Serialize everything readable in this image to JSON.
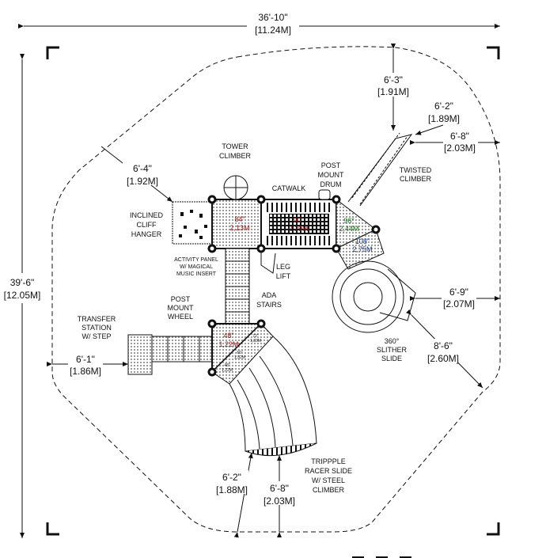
{
  "overall": {
    "width_ft": "36'-10\"",
    "width_m": "[11.24M]",
    "depth_ft": "39'-6\"",
    "depth_m": "[12.05M]"
  },
  "clearances": [
    {
      "ft": "6'-3\"",
      "m": "[1.91M]"
    },
    {
      "ft": "6'-2\"",
      "m": "[1.89M]"
    },
    {
      "ft": "6'-8\"",
      "m": "[2.03M]"
    },
    {
      "ft": "6'-4\"",
      "m": "[1.92M]"
    },
    {
      "ft": "6'-1\"",
      "m": "[1.86M]"
    },
    {
      "ft": "6'-9\"",
      "m": "[2.07M]"
    },
    {
      "ft": "8'-6\"",
      "m": "[2.60M]"
    },
    {
      "ft": "6'-2\"",
      "m": "[1.88M]"
    },
    {
      "ft": "6'-8\"",
      "m": "[2.03M]"
    }
  ],
  "components": {
    "tower_climber": [
      "TOWER",
      "CLIMBER"
    ],
    "post_mount_drum": [
      "POST",
      "MOUNT",
      "DRUM"
    ],
    "catwalk": [
      "CATWALK"
    ],
    "twisted_climber": [
      "TWISTED",
      "CLIMBER"
    ],
    "cliff_hanger": [
      "INCLINED",
      "CLIFF",
      "HANGER"
    ],
    "activity_panel": [
      "ACTIVITY PANEL",
      "W/ MAGICAL",
      "MUSIC INSERT"
    ],
    "leg_lift": [
      "LEG",
      "LIFT"
    ],
    "ada_stairs": [
      "ADA",
      "STAIRS"
    ],
    "post_mount_wheel": [
      "POST",
      "MOUNT",
      "WHEEL"
    ],
    "transfer_station": [
      "TRANSFER",
      "STATION",
      "W/ STEP"
    ],
    "slither_slide": [
      "360°",
      "SLITHER",
      "SLIDE"
    ],
    "racer_slide": [
      "TRIPPPLE",
      "RACER SLIDE",
      "W/ STEEL",
      "CLIMBER"
    ]
  },
  "decks": [
    {
      "in": "84\"",
      "m": "2,13M",
      "color": "#8b1a1a"
    },
    {
      "in": "90\"",
      "m": "2,29M",
      "color": "#8b1a1a"
    },
    {
      "in": "96\"",
      "m": "2,44M",
      "color": "#1a6b1a"
    },
    {
      "in": "108\"",
      "m": "2,75M",
      "color": "#1a3a8b"
    },
    {
      "in": "48\"",
      "m": "1,22M",
      "color": "#8b1a1a"
    },
    {
      "in": "72\"",
      "m": "1,83M",
      "color": "#1a3a8b"
    },
    {
      "in": "60\"",
      "m": "1,52M",
      "color": "#1a3a8b"
    },
    {
      "in": "48\"",
      "m": "1,22M",
      "color": "#1a6b1a"
    }
  ]
}
